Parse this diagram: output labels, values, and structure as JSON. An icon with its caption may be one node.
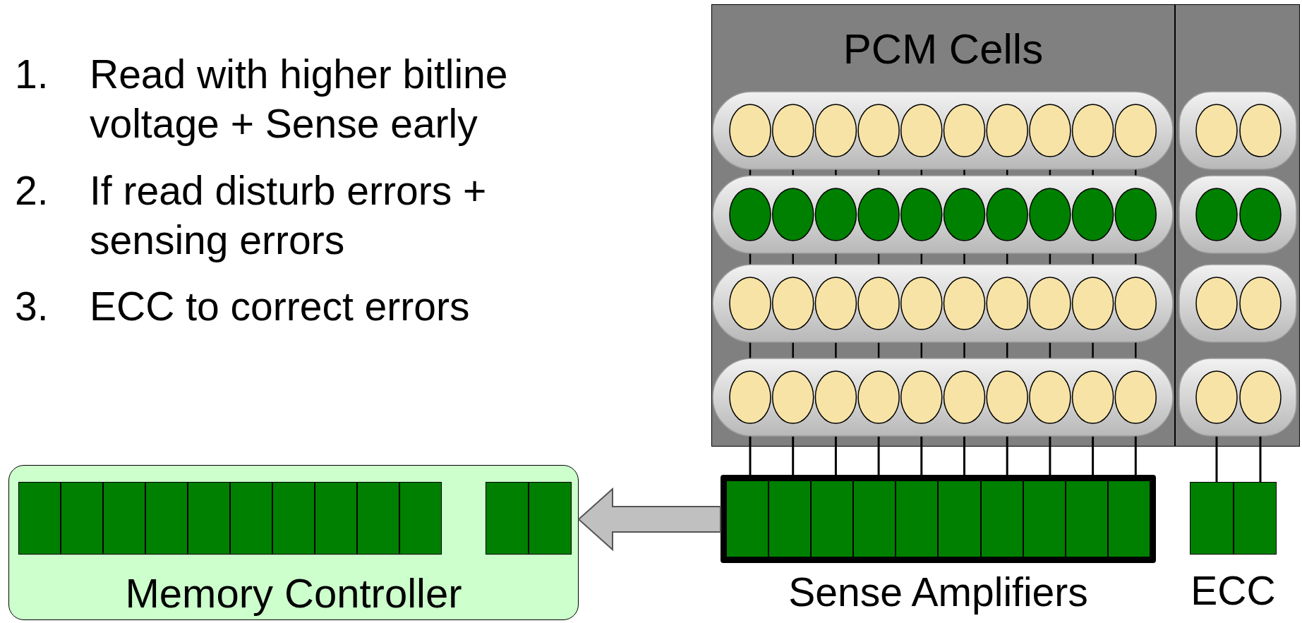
{
  "diagram": {
    "nodes": [
      {
        "text": [
          "PCM Cells"
        ]
      },
      {
        "text": [
          "Sense Amplifiers"
        ]
      },
      {
        "text": [
          "ECC"
        ]
      },
      {
        "text": [
          "Memory Controller"
        ]
      }
    ],
    "edges": [
      {
        "from": 1,
        "to": 3,
        "arrow": "to"
      },
      {
        "from": 0,
        "to": 1,
        "arrow": "none"
      },
      {
        "from": 0,
        "to": 1,
        "arrow": "none"
      },
      {
        "from": 0,
        "to": 1,
        "arrow": "none"
      },
      {
        "from": 0,
        "to": 1,
        "arrow": "none"
      },
      {
        "from": 0,
        "to": 1,
        "arrow": "none"
      },
      {
        "from": 0,
        "to": 1,
        "arrow": "none"
      },
      {
        "from": 0,
        "to": 1,
        "arrow": "none"
      },
      {
        "from": 0,
        "to": 1,
        "arrow": "none"
      },
      {
        "from": 0,
        "to": 1,
        "arrow": "none"
      },
      {
        "from": 0,
        "to": 1,
        "arrow": "none"
      },
      {
        "from": 0,
        "to": 2,
        "arrow": "none"
      },
      {
        "from": 0,
        "to": 2,
        "arrow": "none"
      }
    ],
    "labels": [
      "1.",
      "Read with higher bitline voltage + Sense early",
      "2.",
      "If read disturb errors + sensing errors",
      "3.",
      "ECC to correct errors"
    ]
  }
}
